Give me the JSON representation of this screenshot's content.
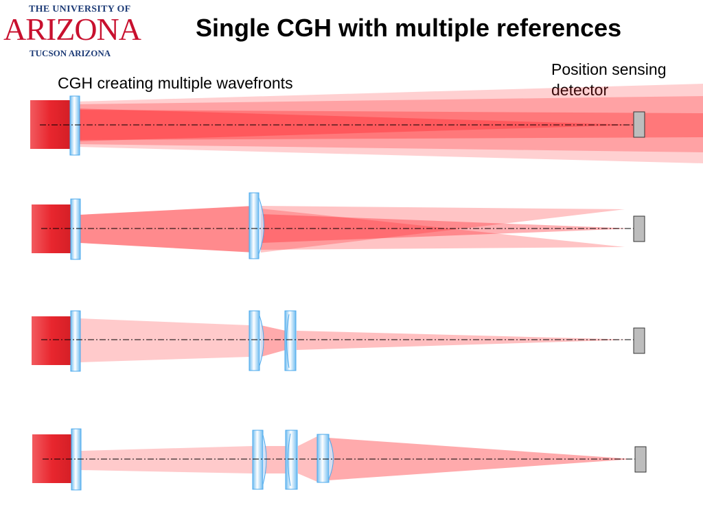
{
  "slide": {
    "title": "Single CGH with multiple references",
    "logo": {
      "line1": "THE UNIVERSITY OF",
      "line2": "ARIZONA",
      "line3": "TUCSON ARIZONA"
    },
    "labels": {
      "cgh": "CGH creating multiple wavefronts",
      "detector_line1": "Position sensing",
      "detector_line2": "detector"
    }
  },
  "colors": {
    "laser": "#e8262e",
    "beam": "#ff1e24",
    "lens_fill": "#cfe8ff",
    "lens_edge": "#4aa8ec",
    "detector": "#bdbdbd"
  },
  "rows": [
    {
      "name": "row-cgh-only",
      "lenses": 0
    },
    {
      "name": "row-one-lens",
      "lenses": 1
    },
    {
      "name": "row-two-lenses",
      "lenses": 2
    },
    {
      "name": "row-three-lenses",
      "lenses": 3
    }
  ]
}
